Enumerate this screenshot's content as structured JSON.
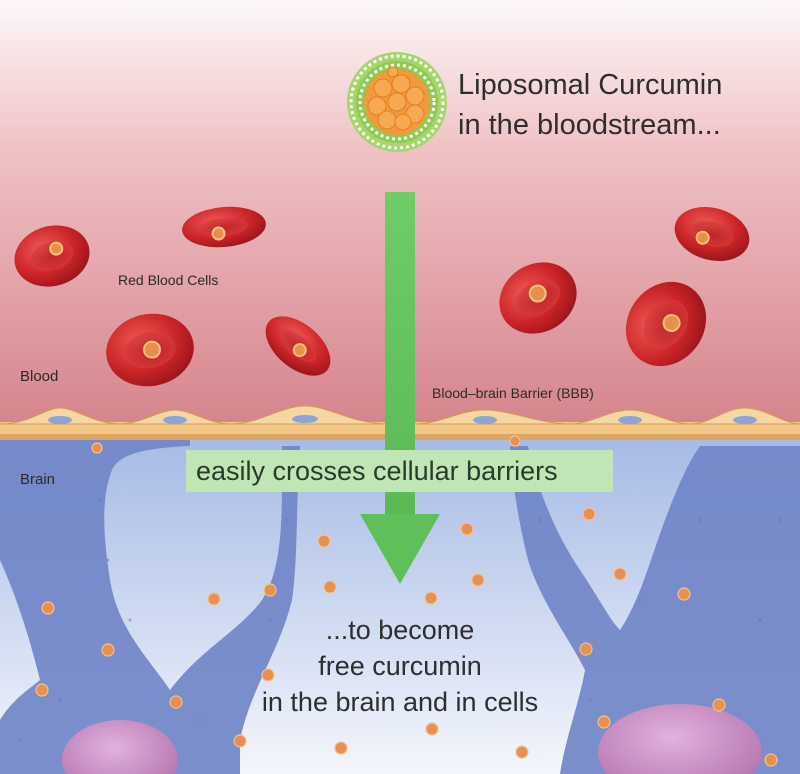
{
  "liposome": {
    "title_line1": "Liposomal Curcumin",
    "title_line2": "in the bloodstream..."
  },
  "labels": {
    "red_blood_cells": "Red Blood Cells",
    "blood": "Blood",
    "brain": "Brain",
    "bbb": "Blood–brain Barrier (BBB)"
  },
  "arrow_label": "easily crosses cellular barriers",
  "result": {
    "line1": "...to become",
    "line2": "free curcumin",
    "line3": "in the brain and in cells"
  },
  "colors": {
    "blood_top": "#fbf3f3",
    "blood_bottom": "#d98b92",
    "brain_top": "#a9bde6",
    "brain_bottom": "#f1f4fb",
    "red_cell": "#c9252b",
    "arrow": "#5fc25c",
    "curcumin_dot": "#e8904a",
    "neuron": "#6f84c7",
    "nucleus": "#c98bc0",
    "barrier": "#f0c27b"
  }
}
